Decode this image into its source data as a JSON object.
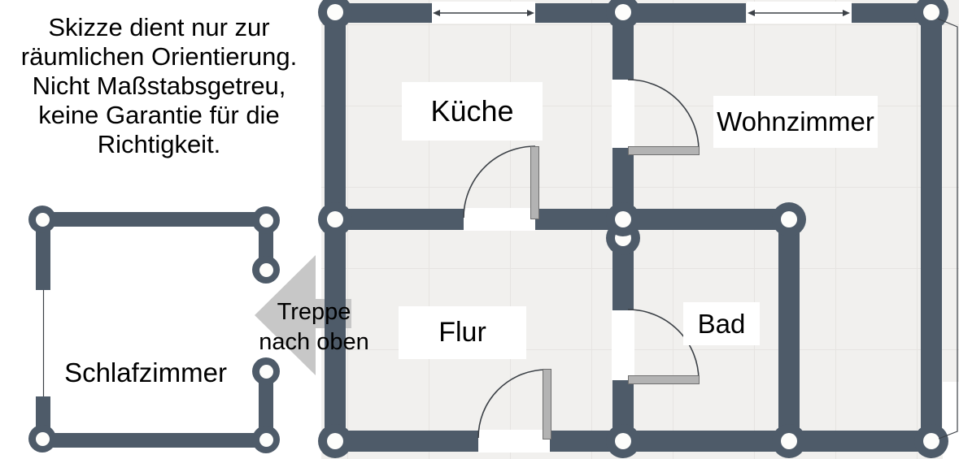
{
  "disclaimer": {
    "text": "Skizze dient nur zur\nräumlichen Orientierung.\nNicht Maßstabsgetreu,\nkeine Garantie für die\nRichtigkeit."
  },
  "rooms": {
    "kueche": "Küche",
    "wohnzimmer": "Wohnzimmer",
    "flur": "Flur",
    "bad": "Bad",
    "schlafzimmer": "Schlafzimmer"
  },
  "stairs": {
    "label": "Treppe\nnach oben"
  },
  "colors": {
    "wall": "#4e5b69",
    "floor": "#f1f0ee",
    "grid": "#e6e4e1",
    "door_leaf": "#b3b3b3",
    "arrow": "#c7c7c7",
    "annotation_line": "#3c4147",
    "label_bg": "#ffffff"
  }
}
